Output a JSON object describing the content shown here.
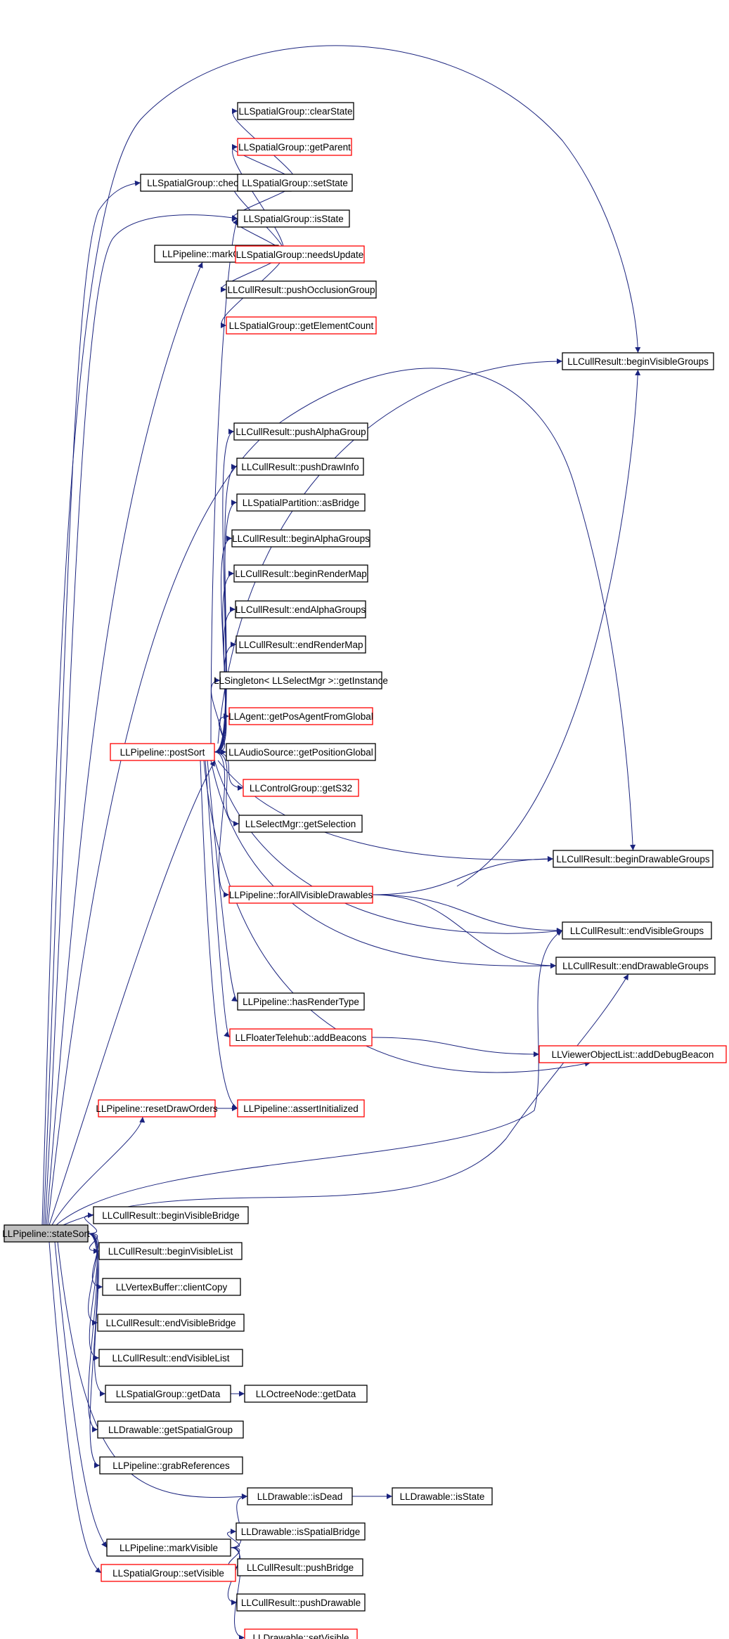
{
  "colors": {
    "edge": "#1a237e",
    "node_border_default": "#000000",
    "node_border_incomplete": "#ff0000",
    "root_fill": "#bfbfbf",
    "node_fill": "#ffffff"
  },
  "nodes": [
    {
      "id": "stateSort",
      "label": "LLPipeline::stateSort",
      "style": "root"
    },
    {
      "id": "clearState",
      "label": "LLSpatialGroup::clearState",
      "style": "normal"
    },
    {
      "id": "getParent",
      "label": "LLSpatialGroup::getParent",
      "style": "incomplete"
    },
    {
      "id": "checkOcclusion",
      "label": "LLSpatialGroup::checkOcclusion",
      "style": "normal"
    },
    {
      "id": "setState",
      "label": "LLSpatialGroup::setState",
      "style": "normal"
    },
    {
      "id": "isStateSG",
      "label": "LLSpatialGroup::isState",
      "style": "normal"
    },
    {
      "id": "markOccluder",
      "label": "LLPipeline::markOccluder",
      "style": "normal"
    },
    {
      "id": "needsUpdate",
      "label": "LLSpatialGroup::needsUpdate",
      "style": "incomplete"
    },
    {
      "id": "pushOcclusionGroup",
      "label": "LLCullResult::pushOcclusionGroup",
      "style": "normal"
    },
    {
      "id": "getElementCount",
      "label": "LLSpatialGroup::getElementCount",
      "style": "incomplete"
    },
    {
      "id": "beginVisibleGroups",
      "label": "LLCullResult::beginVisibleGroups",
      "style": "normal"
    },
    {
      "id": "pushAlphaGroup",
      "label": "LLCullResult::pushAlphaGroup",
      "style": "normal"
    },
    {
      "id": "pushDrawInfo",
      "label": "LLCullResult::pushDrawInfo",
      "style": "normal"
    },
    {
      "id": "asBridge",
      "label": "LLSpatialPartition::asBridge",
      "style": "normal"
    },
    {
      "id": "beginAlphaGroups",
      "label": "LLCullResult::beginAlphaGroups",
      "style": "normal"
    },
    {
      "id": "beginRenderMap",
      "label": "LLCullResult::beginRenderMap",
      "style": "normal"
    },
    {
      "id": "endAlphaGroups",
      "label": "LLCullResult::endAlphaGroups",
      "style": "normal"
    },
    {
      "id": "endRenderMap",
      "label": "LLCullResult::endRenderMap",
      "style": "normal"
    },
    {
      "id": "getInstance",
      "label": "LLSingleton< LLSelectMgr >::getInstance",
      "style": "normal"
    },
    {
      "id": "getPosAgentFromGlobal",
      "label": "LLAgent::getPosAgentFromGlobal",
      "style": "incomplete"
    },
    {
      "id": "postSort",
      "label": "LLPipeline::postSort",
      "style": "incomplete"
    },
    {
      "id": "getPositionGlobal",
      "label": "LLAudioSource::getPositionGlobal",
      "style": "normal"
    },
    {
      "id": "getS32",
      "label": "LLControlGroup::getS32",
      "style": "incomplete"
    },
    {
      "id": "getSelection",
      "label": "LLSelectMgr::getSelection",
      "style": "normal"
    },
    {
      "id": "beginDrawableGroups",
      "label": "LLCullResult::beginDrawableGroups",
      "style": "normal"
    },
    {
      "id": "forAllVisibleDrawables",
      "label": "LLPipeline::forAllVisibleDrawables",
      "style": "incomplete"
    },
    {
      "id": "endVisibleGroups",
      "label": "LLCullResult::endVisibleGroups",
      "style": "normal"
    },
    {
      "id": "endDrawableGroups",
      "label": "LLCullResult::endDrawableGroups",
      "style": "normal"
    },
    {
      "id": "hasRenderType",
      "label": "LLPipeline::hasRenderType",
      "style": "normal"
    },
    {
      "id": "addBeacons",
      "label": "LLFloaterTelehub::addBeacons",
      "style": "incomplete"
    },
    {
      "id": "addDebugBeacon",
      "label": "LLViewerObjectList::addDebugBeacon",
      "style": "incomplete"
    },
    {
      "id": "resetDrawOrders",
      "label": "LLPipeline::resetDrawOrders",
      "style": "incomplete"
    },
    {
      "id": "assertInitialized",
      "label": "LLPipeline::assertInitialized",
      "style": "incomplete"
    },
    {
      "id": "beginVisibleBridge",
      "label": "LLCullResult::beginVisibleBridge",
      "style": "normal"
    },
    {
      "id": "beginVisibleList",
      "label": "LLCullResult::beginVisibleList",
      "style": "normal"
    },
    {
      "id": "clientCopy",
      "label": "LLVertexBuffer::clientCopy",
      "style": "normal"
    },
    {
      "id": "endVisibleBridge",
      "label": "LLCullResult::endVisibleBridge",
      "style": "normal"
    },
    {
      "id": "endVisibleList",
      "label": "LLCullResult::endVisibleList",
      "style": "normal"
    },
    {
      "id": "getData",
      "label": "LLSpatialGroup::getData",
      "style": "normal"
    },
    {
      "id": "octreeGetData",
      "label": "LLOctreeNode::getData",
      "style": "normal"
    },
    {
      "id": "getSpatialGroup",
      "label": "LLDrawable::getSpatialGroup",
      "style": "normal"
    },
    {
      "id": "grabReferences",
      "label": "LLPipeline::grabReferences",
      "style": "normal"
    },
    {
      "id": "isDead",
      "label": "LLDrawable::isDead",
      "style": "normal"
    },
    {
      "id": "isStateDrawable",
      "label": "LLDrawable::isState",
      "style": "normal"
    },
    {
      "id": "isSpatialBridge",
      "label": "LLDrawable::isSpatialBridge",
      "style": "normal"
    },
    {
      "id": "markVisible",
      "label": "LLPipeline::markVisible",
      "style": "normal"
    },
    {
      "id": "pushBridge",
      "label": "LLCullResult::pushBridge",
      "style": "normal"
    },
    {
      "id": "setVisibleSG",
      "label": "LLSpatialGroup::setVisible",
      "style": "incomplete"
    },
    {
      "id": "pushDrawable",
      "label": "LLCullResult::pushDrawable",
      "style": "normal"
    },
    {
      "id": "setVisibleDrawable",
      "label": "LLDrawable::setVisible",
      "style": "incomplete"
    }
  ],
  "edges": [
    {
      "from": "stateSort",
      "to": "beginVisibleGroups"
    },
    {
      "from": "stateSort",
      "to": "checkOcclusion"
    },
    {
      "from": "stateSort",
      "to": "isStateSG"
    },
    {
      "from": "stateSort",
      "to": "markOccluder"
    },
    {
      "from": "stateSort",
      "to": "beginDrawableGroups"
    },
    {
      "from": "stateSort",
      "to": "postSort"
    },
    {
      "from": "stateSort",
      "to": "resetDrawOrders"
    },
    {
      "from": "stateSort",
      "to": "endVisibleGroups"
    },
    {
      "from": "stateSort",
      "to": "endDrawableGroups"
    },
    {
      "from": "stateSort",
      "to": "beginVisibleBridge"
    },
    {
      "from": "stateSort",
      "to": "beginVisibleList"
    },
    {
      "from": "stateSort",
      "to": "clientCopy"
    },
    {
      "from": "stateSort",
      "to": "endVisibleBridge"
    },
    {
      "from": "stateSort",
      "to": "endVisibleList"
    },
    {
      "from": "stateSort",
      "to": "getData"
    },
    {
      "from": "stateSort",
      "to": "getSpatialGroup"
    },
    {
      "from": "stateSort",
      "to": "grabReferences"
    },
    {
      "from": "stateSort",
      "to": "isDead"
    },
    {
      "from": "stateSort",
      "to": "markVisible"
    },
    {
      "from": "stateSort",
      "to": "setVisibleSG"
    },
    {
      "from": "checkOcclusion",
      "to": "clearState"
    },
    {
      "from": "checkOcclusion",
      "to": "getParent"
    },
    {
      "from": "checkOcclusion",
      "to": "setState"
    },
    {
      "from": "checkOcclusion",
      "to": "isStateSG"
    },
    {
      "from": "markOccluder",
      "to": "getParent"
    },
    {
      "from": "markOccluder",
      "to": "setState"
    },
    {
      "from": "markOccluder",
      "to": "isStateSG"
    },
    {
      "from": "markOccluder",
      "to": "needsUpdate"
    },
    {
      "from": "markOccluder",
      "to": "pushOcclusionGroup"
    },
    {
      "from": "markOccluder",
      "to": "getElementCount"
    },
    {
      "from": "postSort",
      "to": "isStateSG"
    },
    {
      "from": "postSort",
      "to": "beginVisibleGroups"
    },
    {
      "from": "postSort",
      "to": "pushAlphaGroup"
    },
    {
      "from": "postSort",
      "to": "pushDrawInfo"
    },
    {
      "from": "postSort",
      "to": "asBridge"
    },
    {
      "from": "postSort",
      "to": "beginAlphaGroups"
    },
    {
      "from": "postSort",
      "to": "beginRenderMap"
    },
    {
      "from": "postSort",
      "to": "endAlphaGroups"
    },
    {
      "from": "postSort",
      "to": "endRenderMap"
    },
    {
      "from": "postSort",
      "to": "getInstance"
    },
    {
      "from": "postSort",
      "to": "getPosAgentFromGlobal"
    },
    {
      "from": "postSort",
      "to": "getPositionGlobal"
    },
    {
      "from": "postSort",
      "to": "getS32"
    },
    {
      "from": "postSort",
      "to": "getSelection"
    },
    {
      "from": "postSort",
      "to": "beginDrawableGroups"
    },
    {
      "from": "postSort",
      "to": "forAllVisibleDrawables"
    },
    {
      "from": "postSort",
      "to": "endVisibleGroups"
    },
    {
      "from": "postSort",
      "to": "endDrawableGroups"
    },
    {
      "from": "postSort",
      "to": "hasRenderType"
    },
    {
      "from": "postSort",
      "to": "addBeacons"
    },
    {
      "from": "postSort",
      "to": "addDebugBeacon"
    },
    {
      "from": "postSort",
      "to": "assertInitialized"
    },
    {
      "from": "forAllVisibleDrawables",
      "to": "beginVisibleGroups"
    },
    {
      "from": "forAllVisibleDrawables",
      "to": "beginDrawableGroups"
    },
    {
      "from": "forAllVisibleDrawables",
      "to": "endVisibleGroups"
    },
    {
      "from": "forAllVisibleDrawables",
      "to": "endDrawableGroups"
    },
    {
      "from": "addBeacons",
      "to": "addDebugBeacon"
    },
    {
      "from": "resetDrawOrders",
      "to": "assertInitialized"
    },
    {
      "from": "getData",
      "to": "octreeGetData"
    },
    {
      "from": "isDead",
      "to": "isStateDrawable"
    },
    {
      "from": "markVisible",
      "to": "isDead"
    },
    {
      "from": "markVisible",
      "to": "isSpatialBridge"
    },
    {
      "from": "markVisible",
      "to": "pushBridge"
    },
    {
      "from": "markVisible",
      "to": "pushDrawable"
    },
    {
      "from": "markVisible",
      "to": "setVisibleDrawable"
    }
  ]
}
